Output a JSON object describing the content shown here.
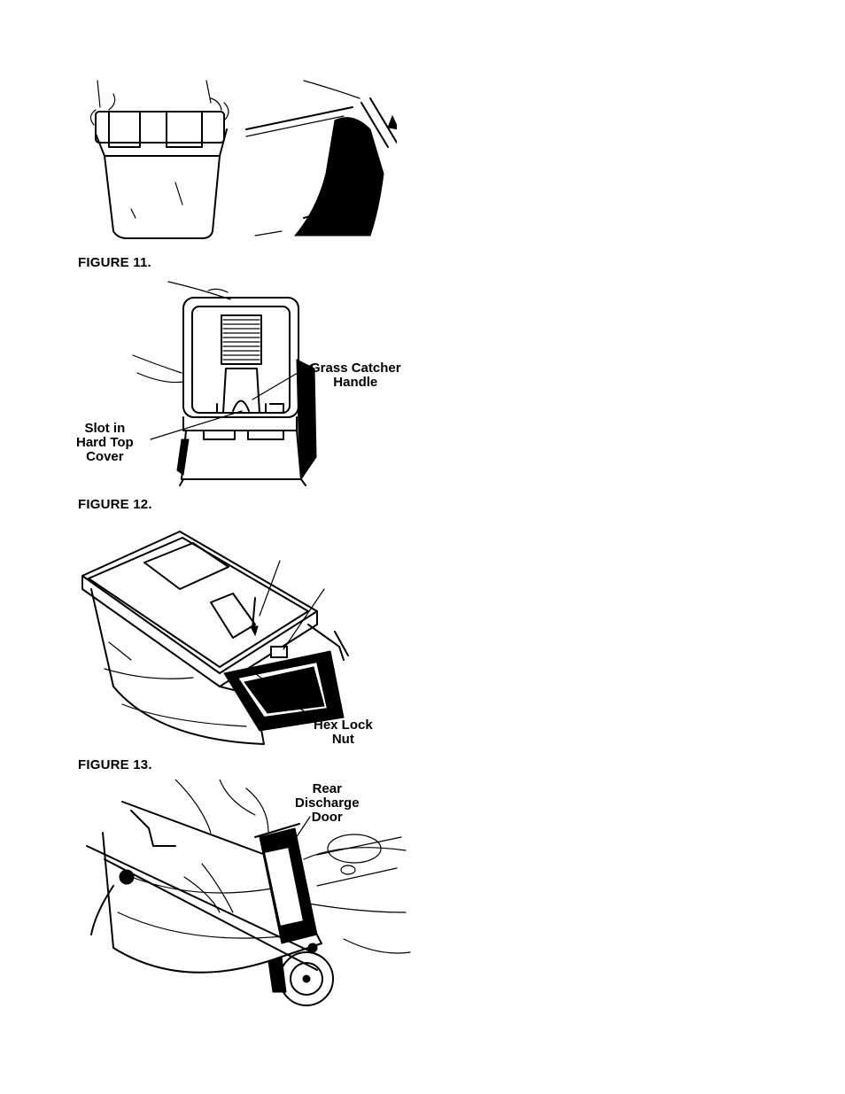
{
  "figures": {
    "fig11": {
      "caption": "FIGURE 11."
    },
    "fig12": {
      "caption": "FIGURE 12.",
      "grass_catcher_handle": [
        "Grass Catcher",
        "Handle"
      ],
      "slot_in_hard_top_cover": [
        "Slot in",
        "Hard Top",
        "Cover"
      ]
    },
    "fig13": {
      "caption": "FIGURE 13.",
      "hex_lock_nut": [
        "Hex Lock",
        "Nut"
      ]
    },
    "fig14": {
      "rear_discharge_door": [
        "Rear",
        "Discharge",
        "Door"
      ]
    }
  }
}
